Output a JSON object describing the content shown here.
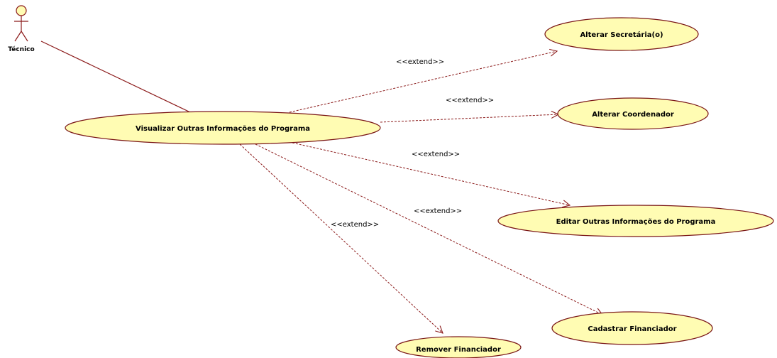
{
  "colors": {
    "usecase_fill": "#fffcb3",
    "usecase_stroke": "#7a1616",
    "line": "#8b1a1a",
    "actor_fill": "#fffcb3"
  },
  "actor": {
    "name": "Técnico"
  },
  "usecases": {
    "main": "Visualizar Outras Informações do Programa",
    "alterar_secretaria": "Alterar Secretária(o)",
    "alterar_coordenador": "Alterar Coordenador",
    "editar_outras": "Editar Outras Informações do Programa",
    "cadastrar_financiador": "Cadastrar Financiador",
    "remover_financiador": "Remover Financiador"
  },
  "relations": {
    "extend_1": "<<extend>>",
    "extend_2": "<<extend>>",
    "extend_3": "<<extend>>",
    "extend_4": "<<extend>>",
    "extend_5": "<<extend>>"
  }
}
